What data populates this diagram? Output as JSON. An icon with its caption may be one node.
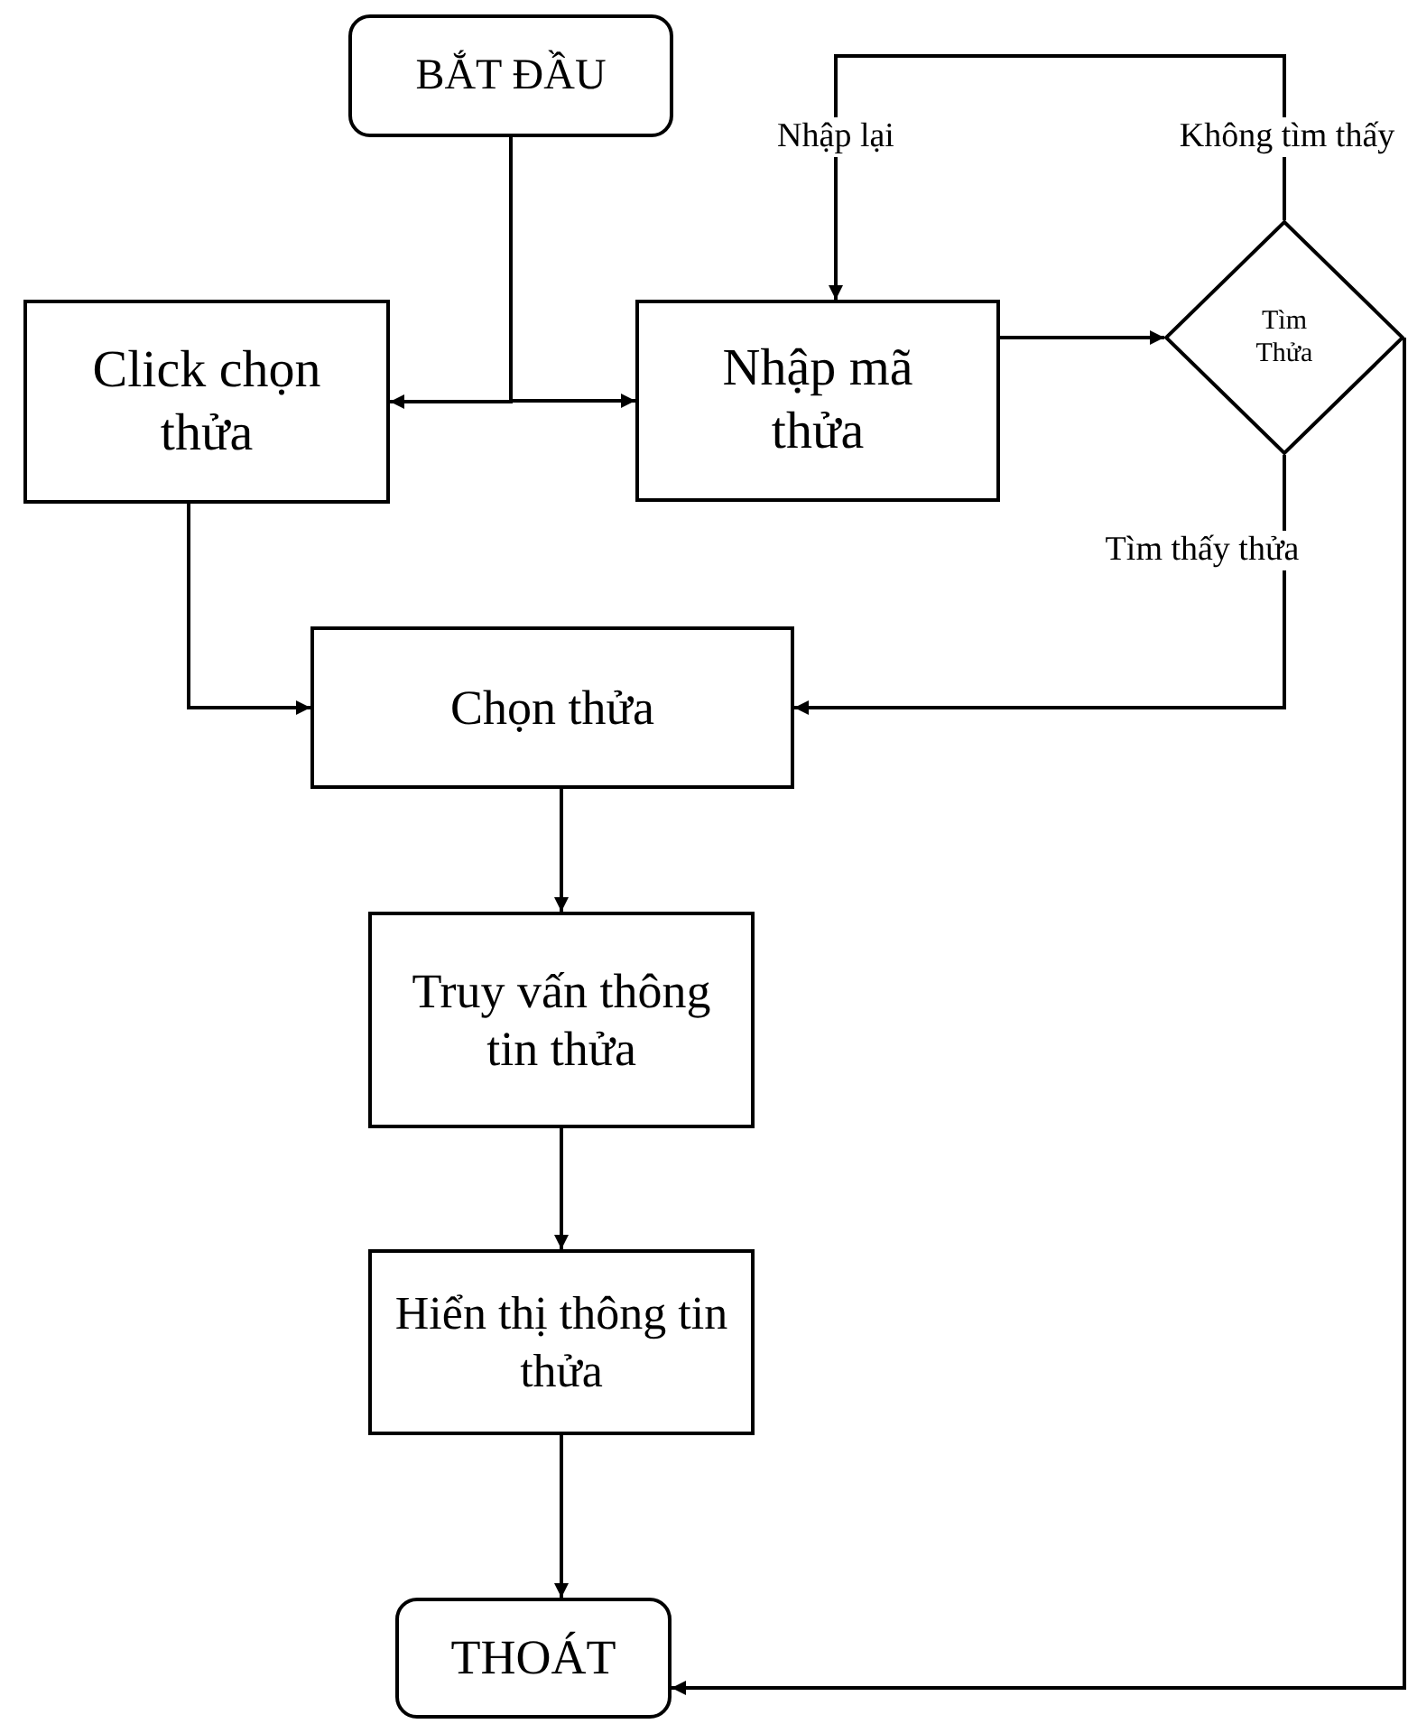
{
  "diagram": {
    "nodes": [
      {
        "text": [
          "BẮT ĐẦU"
        ]
      },
      {
        "text": [
          "Click chọn thửa"
        ]
      },
      {
        "text": [
          "Nhập mã thửa"
        ]
      },
      {
        "text": [
          "Tìm Thửa"
        ]
      },
      {
        "text": [
          "Chọn thửa"
        ]
      },
      {
        "text": [
          "Truy vấn thông tin thửa"
        ]
      },
      {
        "text": [
          "Hiển thị thông tin thửa"
        ]
      },
      {
        "text": [
          "THOÁT"
        ]
      }
    ],
    "edges": [
      {
        "from": 0,
        "to": 1,
        "arrow": "to"
      },
      {
        "from": 0,
        "to": 2,
        "arrow": "to"
      },
      {
        "from": 2,
        "to": 3,
        "arrow": "to"
      },
      {
        "from": 3,
        "to": 2,
        "arrow": "to",
        "label": "Không tìm thấy"
      },
      {
        "from": 3,
        "to": 4,
        "arrow": "to",
        "label": "Tìm thấy thửa"
      },
      {
        "from": 1,
        "to": 4,
        "arrow": "to"
      },
      {
        "from": 4,
        "to": 5,
        "arrow": "to"
      },
      {
        "from": 5,
        "to": 6,
        "arrow": "to"
      },
      {
        "from": 6,
        "to": 7,
        "arrow": "to"
      },
      {
        "from": 3,
        "to": 7,
        "arrow": "to"
      }
    ],
    "labels": [
      "Nhập lại"
    ]
  }
}
